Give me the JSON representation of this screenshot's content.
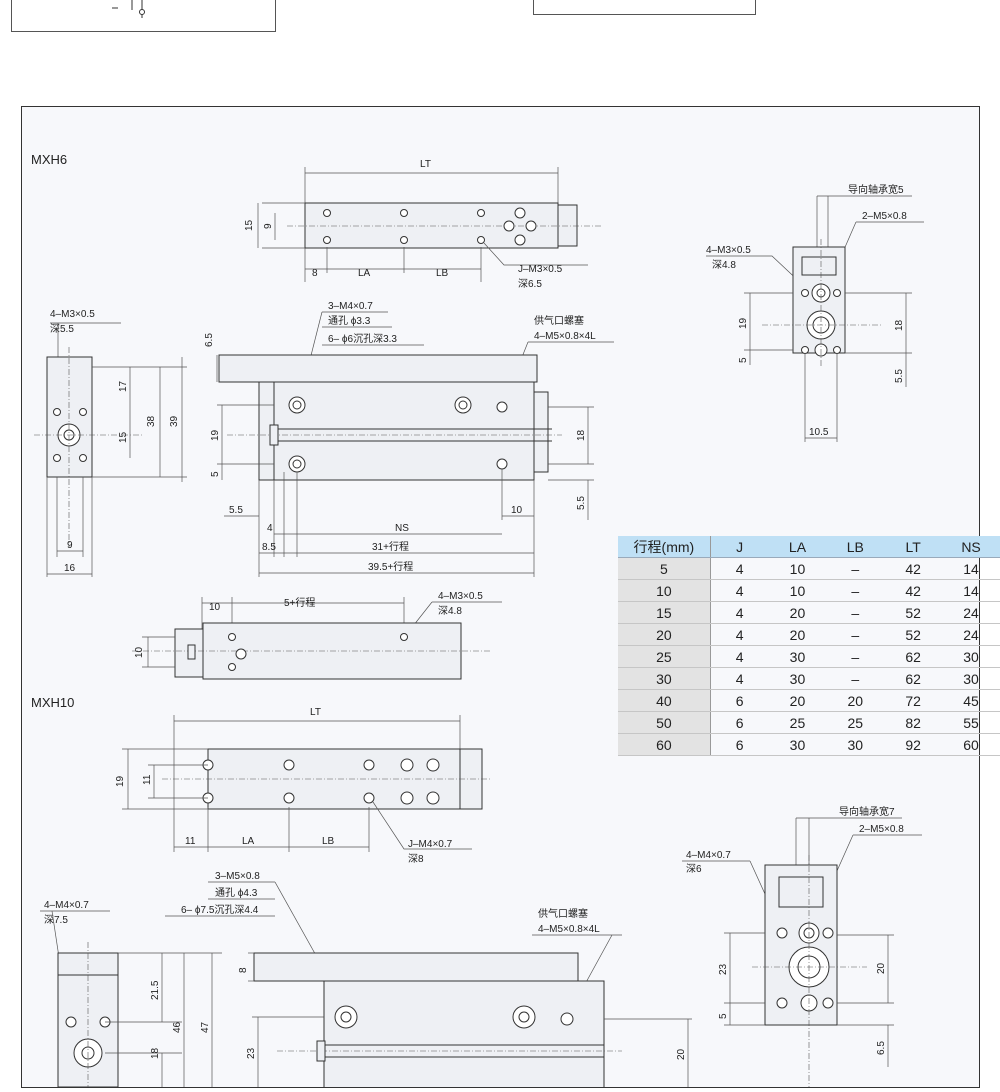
{
  "models": {
    "mxh6": "MXH6",
    "mxh10": "MXH10"
  },
  "mxh6": {
    "top_view": {
      "lt": "LT",
      "h15": "15",
      "h9": "9",
      "d8": "8",
      "la": "LA",
      "lb": "LB",
      "j_thread": "J–M3×0.5",
      "j_depth": "深6.5"
    },
    "end_left": {
      "thread": "4–M3×0.5",
      "depth": "深5.5",
      "d17": "17",
      "d15": "15",
      "d38": "38",
      "d39": "39",
      "w9": "9",
      "w16": "16"
    },
    "side": {
      "c1": "3–M4×0.7",
      "c2": "通孔 ϕ3.3",
      "c3": "6– ϕ6沉孔深3.3",
      "port1": "供气口螺塞",
      "port2": "4–M5×0.8×4L",
      "d65": "6.5",
      "d19": "19",
      "d5": "5",
      "d55a": "5.5",
      "d4": "4",
      "ns": "NS",
      "d85": "8.5",
      "d31": "31+行程",
      "d395": "39.5+行程",
      "d18": "18",
      "d10": "10",
      "d55b": "5.5"
    },
    "bottom": {
      "d10": "10",
      "stroke": "5+行程",
      "thread": "4–M3×0.5",
      "depth": "深4.8",
      "h10": "10"
    },
    "end_right": {
      "guide": "导向轴承宽5",
      "thread2": "2–M5×0.8",
      "thread4": "4–M3×0.5",
      "depth": "深4.8",
      "d19": "19",
      "d18": "18",
      "d5": "5",
      "d55": "5.5",
      "d105": "10.5"
    }
  },
  "mxh10": {
    "top_view": {
      "lt": "LT",
      "h19": "19",
      "h11": "11",
      "d11": "11",
      "la": "LA",
      "lb": "LB",
      "j_thread": "J–M4×0.7",
      "j_depth": "深8"
    },
    "end_left": {
      "thread": "4–M4×0.7",
      "depth": "深7.5",
      "d215": "21.5",
      "d46": "46",
      "d47": "47",
      "d18": "18"
    },
    "side": {
      "c1": "3–M5×0.8",
      "c2": "通孔 ϕ4.3",
      "c3": "6– ϕ7.5沉孔深4.4",
      "port1": "供气口螺塞",
      "port2": "4–M5×0.8×4L",
      "d8": "8",
      "d23": "23",
      "d20": "20"
    },
    "end_right": {
      "guide": "导向轴承宽7",
      "thread2": "2–M5×0.8",
      "thread4": "4–M4×0.7",
      "depth": "深6",
      "d23": "23",
      "d20": "20",
      "d5": "5",
      "d65": "6.5"
    }
  },
  "table": {
    "headers": [
      "行程(mm)",
      "J",
      "LA",
      "LB",
      "LT",
      "NS"
    ],
    "rows": [
      [
        "5",
        "4",
        "10",
        "–",
        "42",
        "14"
      ],
      [
        "10",
        "4",
        "10",
        "–",
        "42",
        "14"
      ],
      [
        "15",
        "4",
        "20",
        "–",
        "52",
        "24"
      ],
      [
        "20",
        "4",
        "20",
        "–",
        "52",
        "24"
      ],
      [
        "25",
        "4",
        "30",
        "–",
        "62",
        "30"
      ],
      [
        "30",
        "4",
        "30",
        "–",
        "62",
        "30"
      ],
      [
        "40",
        "6",
        "20",
        "20",
        "72",
        "45"
      ],
      [
        "50",
        "6",
        "25",
        "25",
        "82",
        "55"
      ],
      [
        "60",
        "6",
        "30",
        "30",
        "92",
        "60"
      ]
    ]
  }
}
